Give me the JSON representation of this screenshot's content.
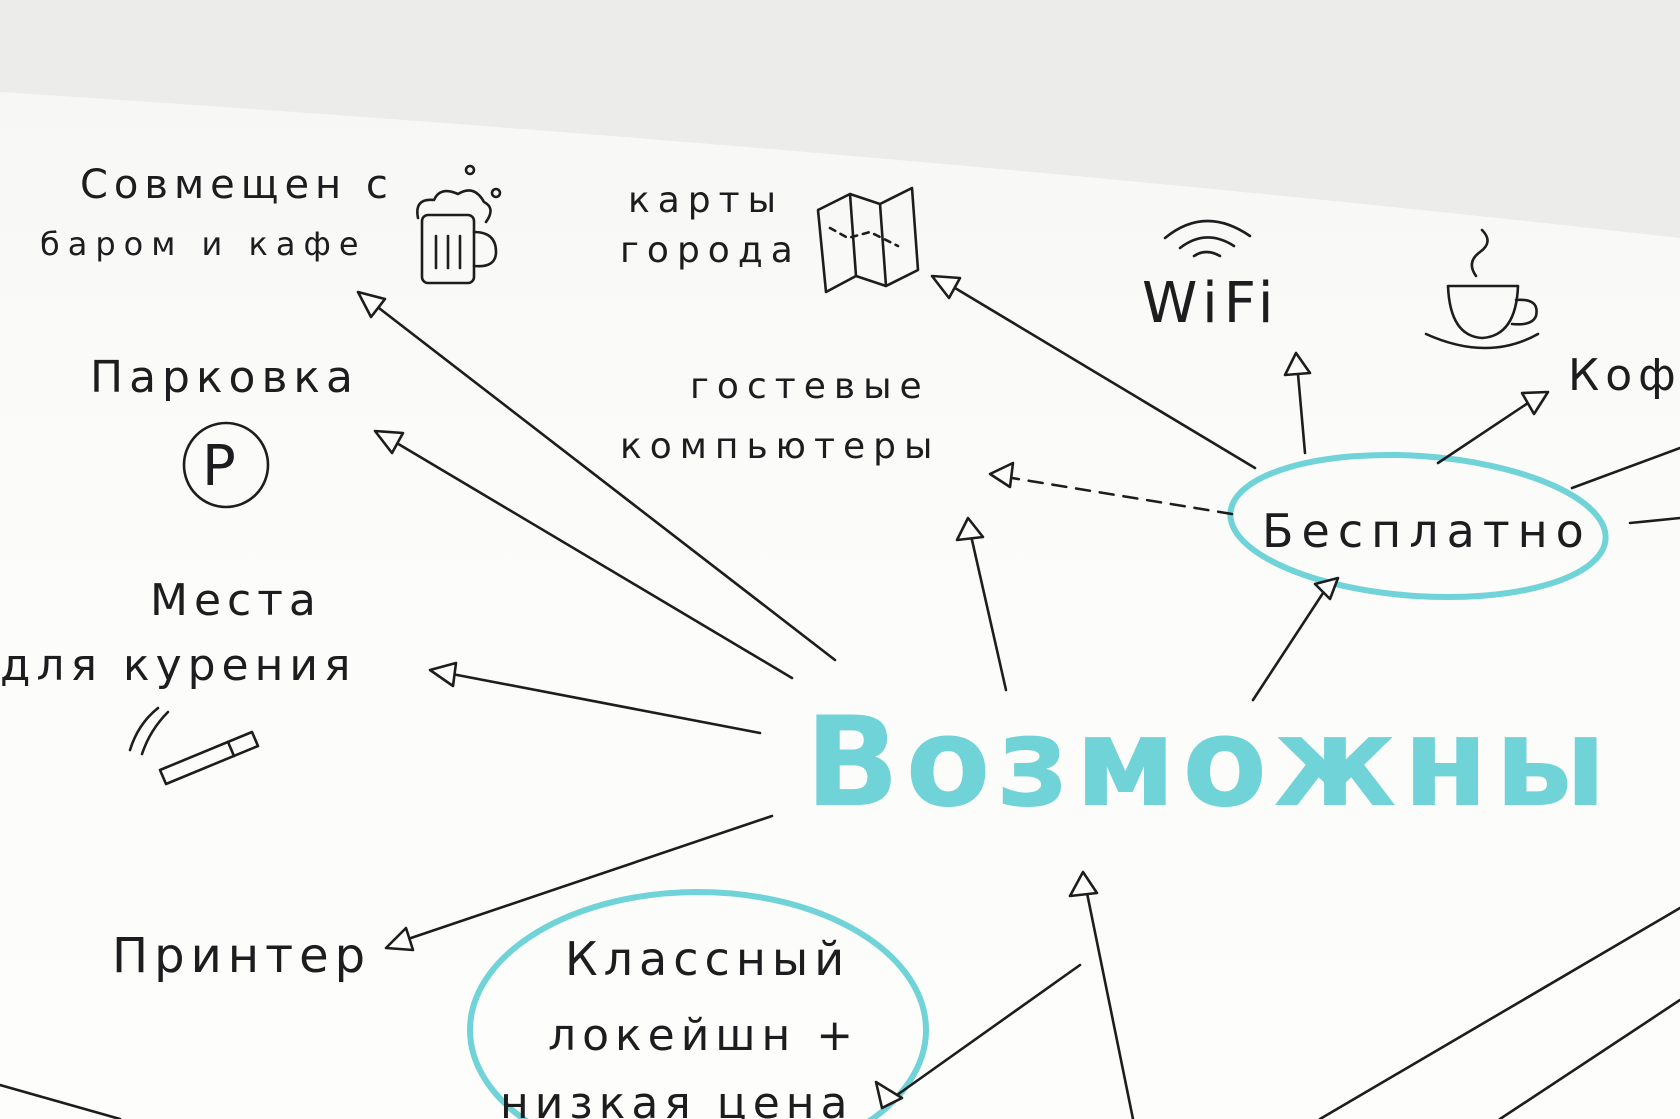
{
  "colors": {
    "ink": "#1d1d1f",
    "marker": "#6fd3d8",
    "paper": "#fdfdfb",
    "background": "#e9e9e7"
  },
  "center": {
    "text": "Возможны"
  },
  "free_hub": {
    "text": "Бесплатно"
  },
  "nodes": {
    "combined": {
      "line1": "Совмещен с",
      "line2": "баром и кафе",
      "icon": "beer-mug-icon"
    },
    "parking": {
      "text": "Парковка",
      "icon": "parking-sign-icon",
      "icon_letter": "P"
    },
    "smoking": {
      "line1": "Места",
      "line2": "для курения",
      "icon": "cigarette-icon"
    },
    "printer": {
      "text": "Принтер"
    },
    "location": {
      "line1": "Классный",
      "line2": "локейшн +",
      "line3": "низкая цена"
    },
    "maps": {
      "line1": "карты",
      "line2": "города",
      "icon": "folded-map-icon"
    },
    "computers": {
      "line1": "гостевые",
      "line2": "компьютеры"
    },
    "wifi": {
      "text": "WiFi",
      "icon": "wifi-icon"
    },
    "coffee": {
      "text": "Кофе",
      "icon": "coffee-cup-icon"
    }
  }
}
